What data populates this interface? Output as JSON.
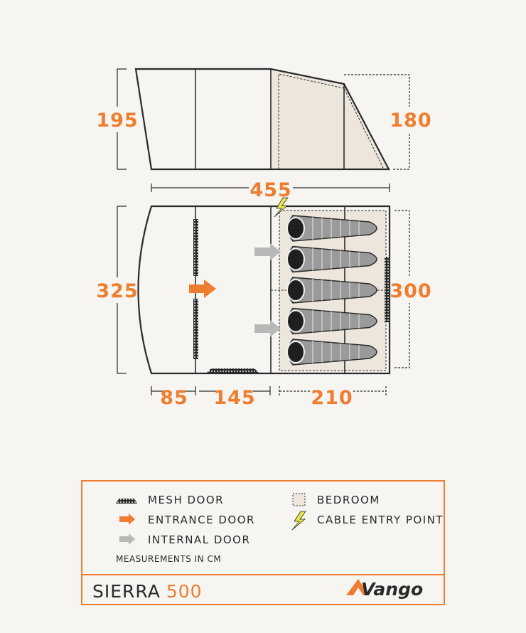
{
  "dimensions": {
    "height_front": "195",
    "height_rear": "180",
    "length_total": "455",
    "width_front": "325",
    "width_rear": "300",
    "section_porch": "85",
    "section_living": "145",
    "section_bedroom": "210"
  },
  "legend": {
    "mesh_door": "MESH DOOR",
    "entrance_door": "ENTRANCE DOOR",
    "internal_door": "INTERNAL DOOR",
    "bedroom": "BEDROOM",
    "cable_entry": "CABLE ENTRY POINT",
    "measurements_note": "MEASUREMENTS IN CM"
  },
  "product": {
    "name": "SIERRA",
    "model": "500"
  },
  "brand": "Vango",
  "colors": {
    "accent": "#ef7d2f",
    "outline": "#2a2a2a",
    "bedroom_fill": "#ece6dd",
    "internal_arrow": "#b8b8b8",
    "cable_icon": "#e4e64a"
  },
  "sleeping_bags": 5
}
